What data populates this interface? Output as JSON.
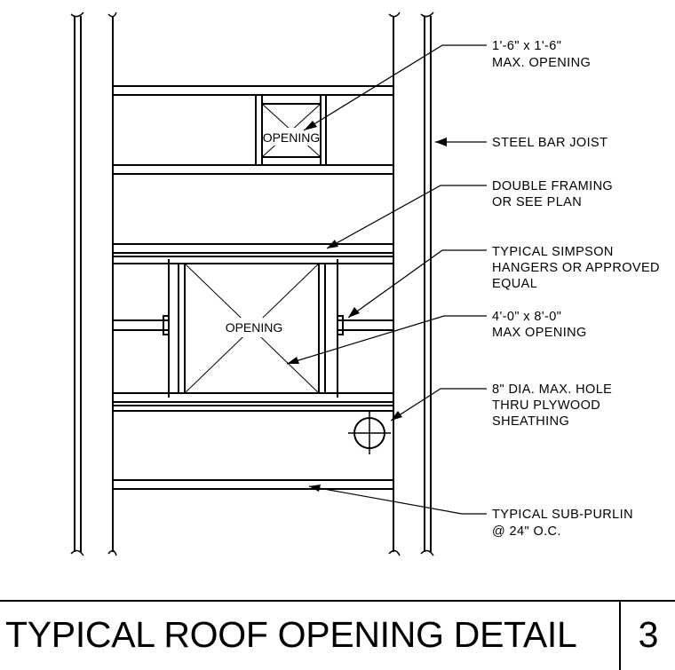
{
  "notes": {
    "small_opening": [
      "1'-6\" x 1'-6\"",
      "MAX. OPENING"
    ],
    "joist": [
      "STEEL BAR JOIST"
    ],
    "double_framing": [
      "DOUBLE FRAMING",
      "OR SEE PLAN"
    ],
    "hangers": [
      "TYPICAL SIMPSON",
      "HANGERS OR APPROVED",
      "EQUAL"
    ],
    "large_opening": [
      "4'-0\" x 8'-0\"",
      "MAX OPENING"
    ],
    "hole": [
      "8\" DIA. MAX. HOLE",
      "THRU PLYWOOD",
      "SHEATHING"
    ],
    "sub_purlin": [
      "TYPICAL SUB-PURLIN",
      "@ 24\" O.C."
    ]
  },
  "opening_labels": {
    "small": "OPENING",
    "large": "OPENING"
  },
  "title_block": {
    "title": "TYPICAL ROOF OPENING DETAIL",
    "sheet_number": "3"
  }
}
